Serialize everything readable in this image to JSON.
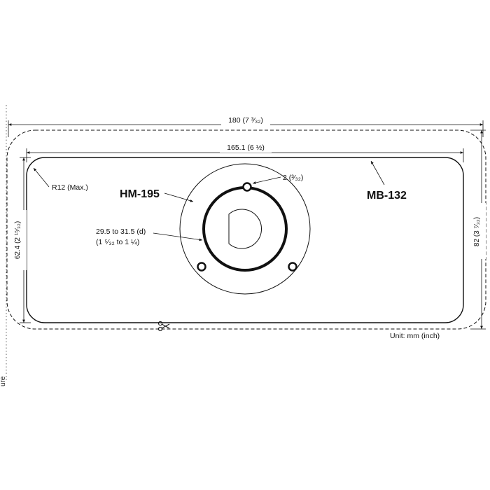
{
  "dimensions": {
    "outer_width": "180 (7 ³⁄₃₂)",
    "inner_width": "165.1 (6 ½)",
    "outer_height": "82 (3 ⁷⁄₃₂)",
    "inner_height": "62.4 (2 ¹⁵⁄₃₂)",
    "corner_radius": "R12 (Max.)",
    "hole_diameter": "2 (³⁄₃₂)",
    "ring_range_line1": "29.5 to 31.5 (d)",
    "ring_range_line2": "(1 ⁵⁄₃₂ to 1 ¼)"
  },
  "labels": {
    "model_left": "HM-195",
    "model_right": "MB-132",
    "unit": "Unit: mm (inch)",
    "edge_fragment": "ure"
  },
  "icons": {
    "cut_mark": "scissors-icon"
  },
  "colors": {
    "line": "#111111",
    "background": "#ffffff"
  }
}
